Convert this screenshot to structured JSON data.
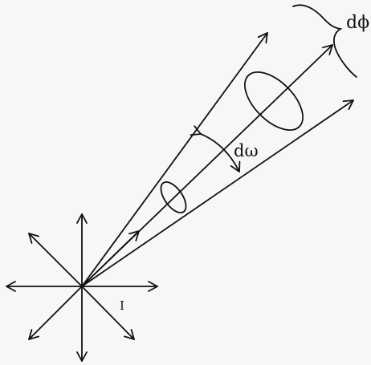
{
  "labels": {
    "d_phi": "dϕ",
    "d_omega": "dω",
    "intensity": "I"
  },
  "colors": {
    "stroke": "#111111",
    "background": "#f7f7f5"
  }
}
